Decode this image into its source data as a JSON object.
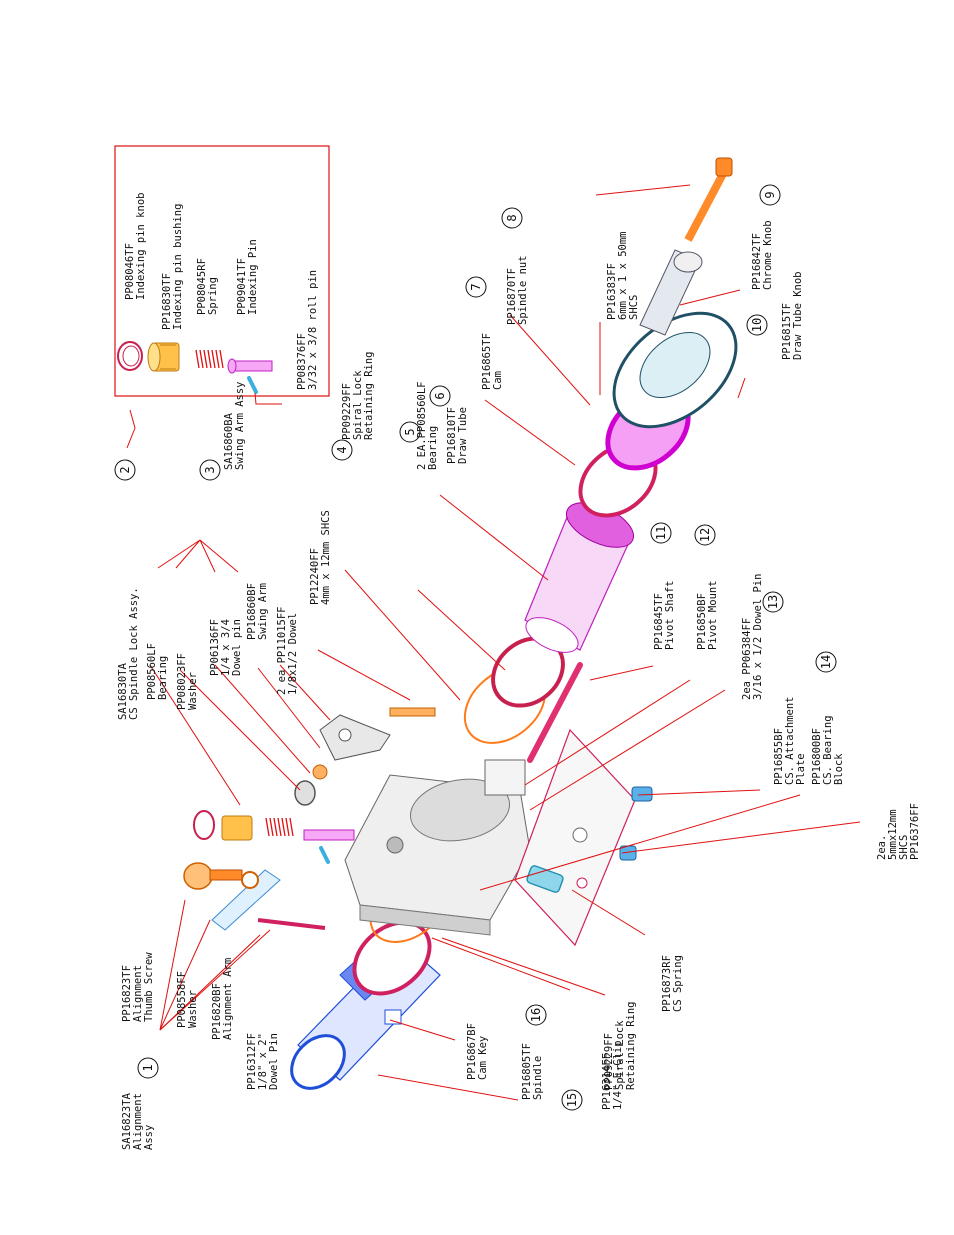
{
  "colors": {
    "leader": "#e01010",
    "text": "#111111",
    "housing": "#8a8a8a",
    "blue": "#1f4fd8",
    "orange": "#ff7a1a",
    "magenta": "#e040e0",
    "pink": "#e0306f",
    "teal": "#2a7080"
  },
  "inset": {
    "labels": [
      "PP08046TF Indexing pin knob",
      "PP16830TF Indexing pin bushing",
      "PP08045RF Spring",
      "PP09041TF Indexing Pin",
      "PP08376FF 3/32 x 3/8 roll pin"
    ]
  },
  "callouts": [
    {
      "num": "1",
      "lines": [
        "SA16823TA",
        "Alignment",
        "Assy"
      ]
    },
    {
      "num": "",
      "lines": [
        "PP16823TF",
        "Alignment",
        "Thumb Screw"
      ]
    },
    {
      "num": "",
      "lines": [
        "PP08558FF",
        "Washer"
      ]
    },
    {
      "num": "",
      "lines": [
        "PP16820BF",
        "Alignment Arm"
      ]
    },
    {
      "num": "",
      "lines": [
        "PP16312FF",
        "1/8\" x 2\"",
        "Dowel Pin"
      ]
    },
    {
      "num": "2",
      "lines": [
        "SA16830TA",
        "CS Spindle Lock Assy."
      ]
    },
    {
      "num": "",
      "lines": [
        "PP08560LF",
        "Bearing"
      ]
    },
    {
      "num": "",
      "lines": [
        "PP08023FF",
        "Washer"
      ]
    },
    {
      "num": "",
      "lines": [
        "PP06136FF",
        "1/4 x 3/4",
        "Dowel pin"
      ]
    },
    {
      "num": "",
      "lines": [
        "PP16860BF",
        "Swing Arm"
      ]
    },
    {
      "num": "",
      "lines": [
        "2 ea PP11015FF",
        "1/8x1/2 Dowel"
      ]
    },
    {
      "num": "",
      "lines": [
        "PP12240FF",
        "4mm x 12mm SHCS"
      ]
    },
    {
      "num": "3",
      "lines": [
        "SA16860BA",
        "Swing Arm Assy"
      ]
    },
    {
      "num": "4",
      "lines": [
        "PP09229FF",
        "Spiral Lock",
        "Retaining Ring"
      ]
    },
    {
      "num": "5",
      "lines": [
        "2 EA.PP08560LF",
        "Bearing"
      ]
    },
    {
      "num": "6",
      "lines": [
        "PP16810TF",
        "Draw Tube"
      ]
    },
    {
      "num": "7",
      "lines": [
        "PP16865TF",
        "Cam"
      ]
    },
    {
      "num": "8",
      "lines": [
        "PP16870TF",
        "Spindle nut"
      ]
    },
    {
      "num": "9",
      "lines": [
        "PP16842TF",
        "Chrome Knob"
      ]
    },
    {
      "num": "",
      "lines": [
        "PP16383FF",
        "6mm x 1 x 50mm",
        "SHCS"
      ]
    },
    {
      "num": "10",
      "lines": [
        "PP16815TF",
        "Draw Tube Knob"
      ]
    },
    {
      "num": "11",
      "lines": [
        "PP16845TF",
        "Pivot Shaft"
      ]
    },
    {
      "num": "12",
      "lines": [
        "PP16850BF",
        "Pivot Mount"
      ]
    },
    {
      "num": "13",
      "lines": [
        "2ea PP06384FF",
        "3/16 x 1/2 Dowel Pin"
      ]
    },
    {
      "num": "14",
      "lines": [
        "PP16855BF",
        "CS. Attachment",
        "Plate"
      ]
    },
    {
      "num": "",
      "lines": [
        "PP16800BF",
        "CS. Bearing",
        "Block"
      ]
    },
    {
      "num": "",
      "lines": [
        "2ea.",
        "5mmx12mm",
        "SHCS",
        "PP16376FF"
      ]
    },
    {
      "num": "",
      "lines": [
        "PP16873RF",
        "CS Spring"
      ]
    },
    {
      "num": "15",
      "lines": [
        "PP16314FF",
        "1/4\" E-Clip"
      ]
    },
    {
      "num": "",
      "lines": [
        "PP09229FF",
        "Spiral Lock",
        "Retaining Ring"
      ]
    },
    {
      "num": "16",
      "lines": [
        "PP16867BF",
        "Cam Key"
      ]
    },
    {
      "num": "",
      "lines": [
        "PP16805TF",
        "Spindle"
      ]
    }
  ]
}
